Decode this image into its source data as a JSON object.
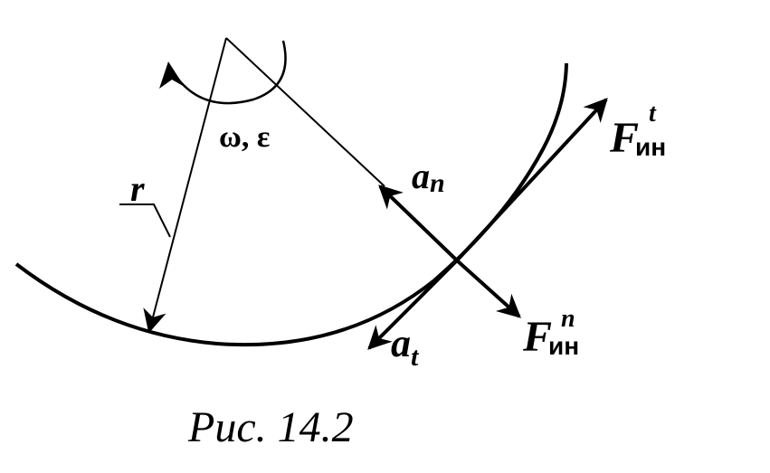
{
  "labels": {
    "omega_epsilon": "ω, ε",
    "radius": "r",
    "a_n_main": "a",
    "a_n_sub": "n",
    "a_t_main": "a",
    "a_t_sub": "t",
    "f_t_main": "F",
    "f_t_sub": "ин",
    "f_t_sup": "t",
    "f_n_main": "F",
    "f_n_sub": "ин",
    "f_n_sup": "n"
  },
  "caption": "Рис. 14.2",
  "colors": {
    "ink": "#000000",
    "background": "#ffffff"
  }
}
